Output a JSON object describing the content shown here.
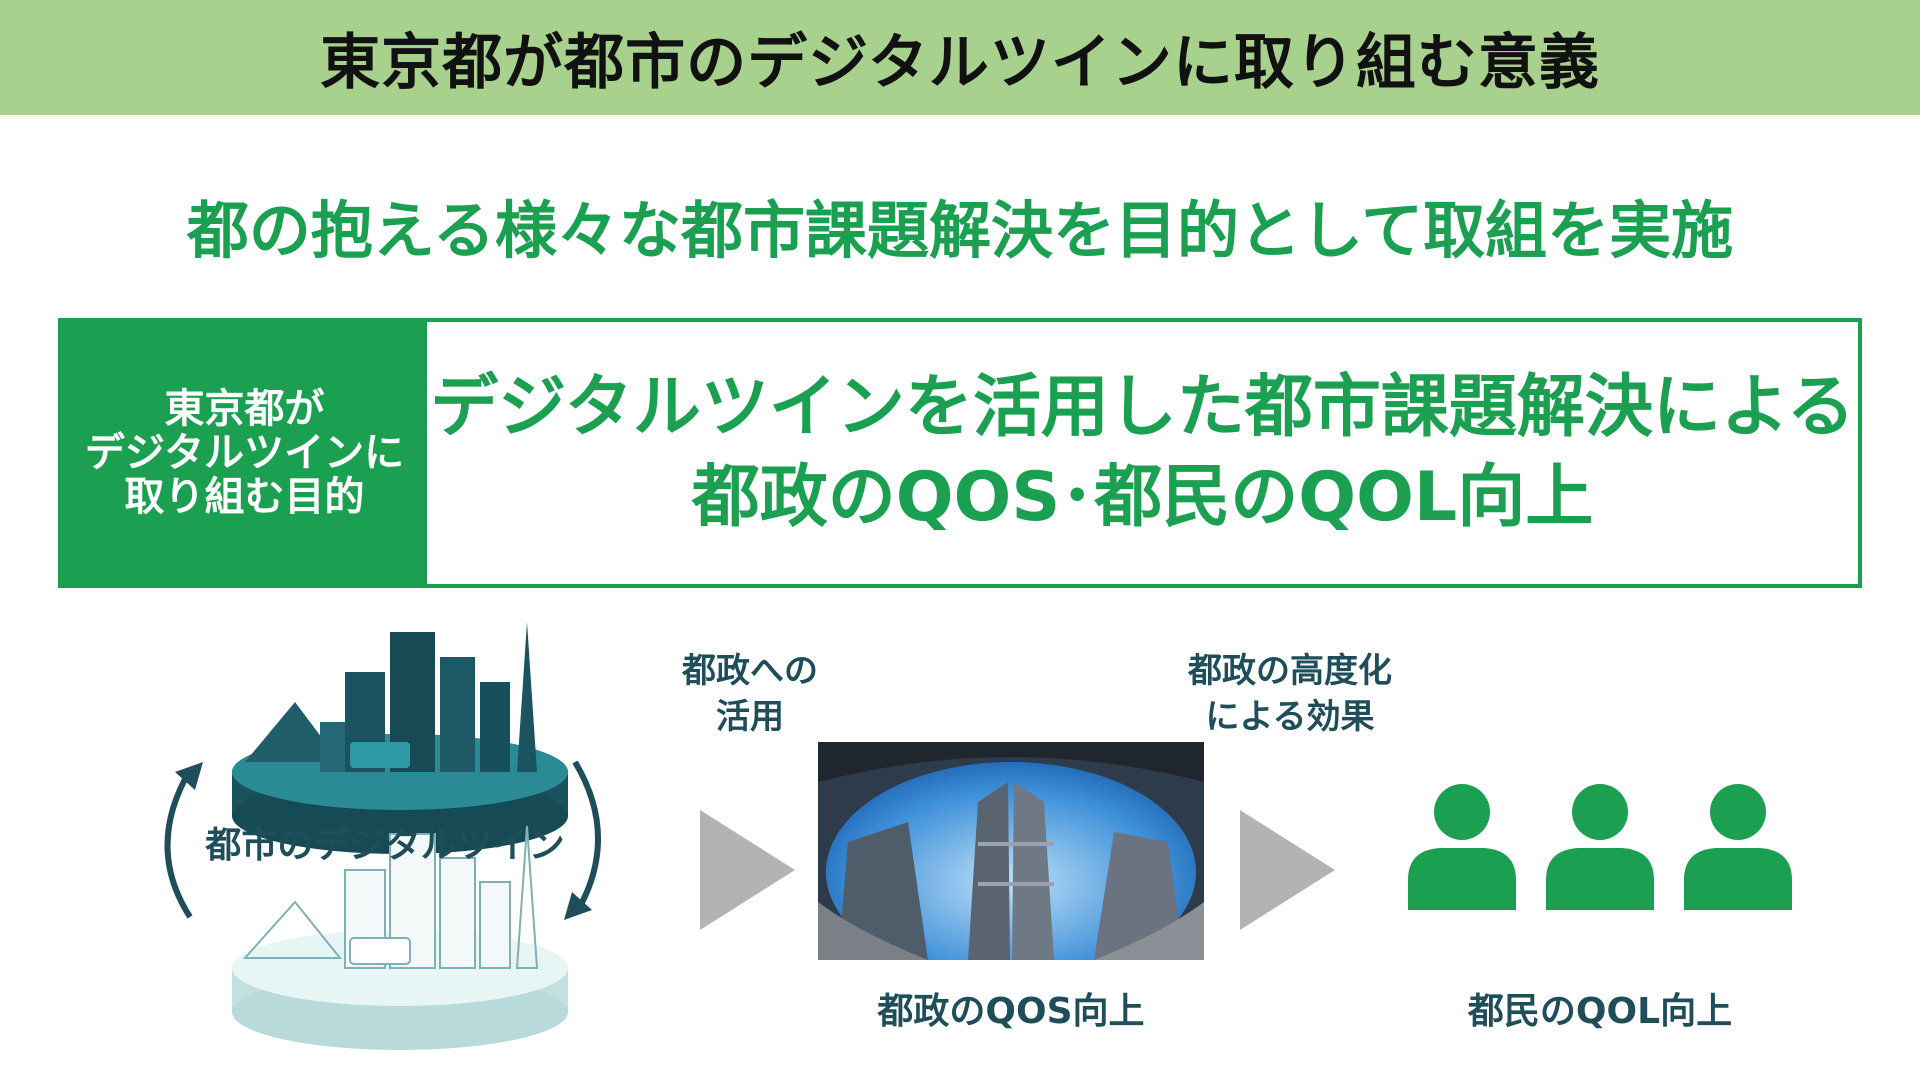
{
  "title": "東京都が都市のデジタルツインに取り組む意義",
  "subtitle": "都の抱える様々な都市課題解決を目的として取組を実施",
  "purpose": {
    "label_lines": [
      "東京都が",
      "デジタルツインに",
      "取り組む目的"
    ],
    "body_lines": [
      "デジタルツインを活用した都市課題解決による",
      "都政のQOS･都民のQOL向上"
    ]
  },
  "flow": {
    "twin_label": "都市のデジタルツイン",
    "step1_caption_lines": [
      "都政への",
      "活用"
    ],
    "step2_caption_lines": [
      "都政の高度化",
      "による効果"
    ],
    "qos_label": "都政のQOS向上",
    "qol_label": "都民のQOL向上"
  },
  "colors": {
    "title_bg": "#a9d18e",
    "accent_green": "#1aa050",
    "teal": "#1f4e5a",
    "arrow_gray": "#b3b3b3"
  },
  "icons": {
    "cycle": "circular-arrows-icon",
    "arrow": "right-triangle-arrow-icon",
    "people": "person-icon"
  }
}
